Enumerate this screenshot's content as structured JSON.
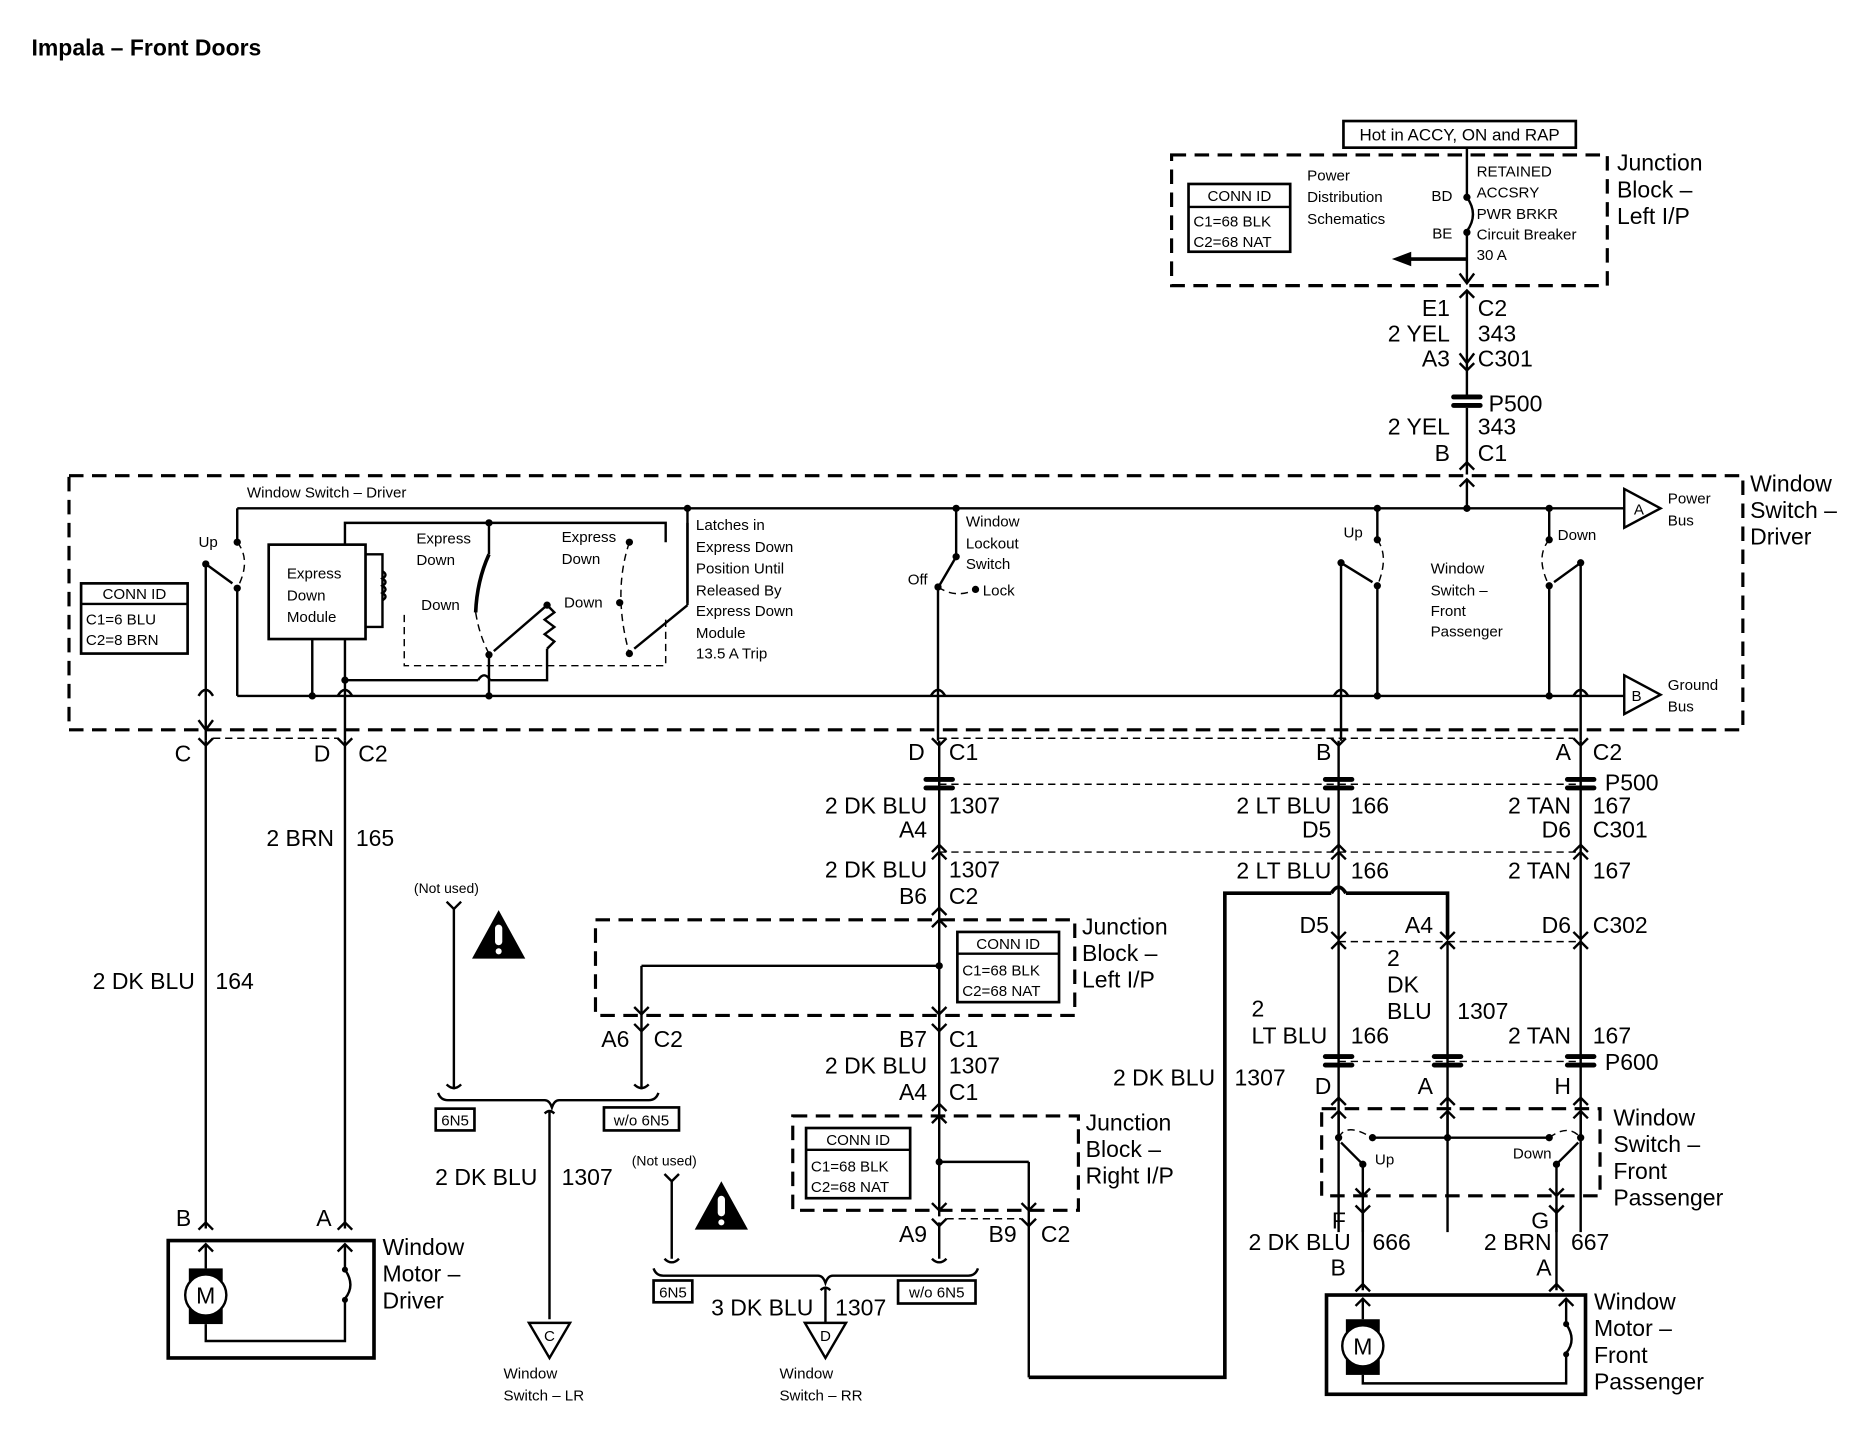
{
  "title": "Impala – Front Doors",
  "hot_label": "Hot in ACCY, ON and RAP",
  "jb_left_top": {
    "name": [
      "Junction",
      "Block –",
      "Left I/P"
    ],
    "conn_id": {
      "header": "CONN ID",
      "c1": "C1=68 BLK",
      "c2": "C2=68 NAT"
    },
    "power_dist": [
      "Power",
      "Distribution",
      "Schematics"
    ],
    "breaker": [
      "RETAINED",
      "ACCSRY",
      "PWR BRKR",
      "Circuit Breaker",
      "30 A"
    ],
    "pins": {
      "bd": "BD",
      "be": "BE"
    }
  },
  "feed": {
    "e1": "E1",
    "c2": "C2",
    "wire1": "2 YEL",
    "circ1": "343",
    "a3": "A3",
    "c301": "C301",
    "p500": "P500",
    "wire2": "2 YEL",
    "circ2": "343",
    "b": "B",
    "c1": "C1"
  },
  "driver_switch": {
    "name": [
      "Window",
      "Switch –",
      "Driver"
    ],
    "inner_label": "Window Switch – Driver",
    "conn_id": {
      "header": "CONN ID",
      "c1": "C1=6 BLU",
      "c2": "C2=8 BRN"
    },
    "up": "Up",
    "module": [
      "Express",
      "Down",
      "Module"
    ],
    "express_down_1": [
      "Express",
      "Down"
    ],
    "down_1": "Down",
    "express_down_2": [
      "Express",
      "Down"
    ],
    "down_2": "Down",
    "latch_note": [
      "Latches in",
      "Express Down",
      "Position Until",
      "Released By",
      "Express Down",
      "Module",
      "13.5 A Trip"
    ],
    "lockout": [
      "Window",
      "Lockout",
      "Switch"
    ],
    "off": "Off",
    "lock": "Lock",
    "pass_up": "Up",
    "pass_down": "Down",
    "pass_switch": [
      "Window",
      "Switch –",
      "Front",
      "Passenger"
    ],
    "power_bus": {
      "letter": "A",
      "label": [
        "Power",
        "Bus"
      ]
    },
    "ground_bus": {
      "letter": "B",
      "label": [
        "Ground",
        "Bus"
      ]
    }
  },
  "driver_out": {
    "c": "C",
    "d": "D",
    "c2": "C2",
    "wire_brn": "2 BRN",
    "circ_brn": "165",
    "wire_blu": "2 DK BLU",
    "circ_blu": "164"
  },
  "driver_motor": {
    "b": "B",
    "a": "A",
    "m": "M",
    "name": [
      "Window",
      "Motor –",
      "Driver"
    ]
  },
  "middle": {
    "d": "D",
    "c1": "C1",
    "wire1": "2 DK BLU",
    "circ1": "1307",
    "a4": "A4",
    "wire2": "2 DK BLU",
    "circ2": "1307",
    "b6": "B6",
    "c2": "C2",
    "b": "B",
    "wire_lt": "2 LT BLU",
    "circ_lt": "166",
    "d5": "D5",
    "wire_lt2": "2 LT BLU",
    "circ_lt2": "166",
    "a": "A",
    "c2b": "C2",
    "p500": "P500",
    "wire_tan": "2 TAN",
    "circ_tan": "167",
    "d6": "D6",
    "c301": "C301",
    "wire_tan2": "2 TAN",
    "circ_tan2": "167"
  },
  "jb_left_mid": {
    "name": [
      "Junction",
      "Block –",
      "Left I/P"
    ],
    "conn_id": {
      "header": "CONN ID",
      "c1": "C1=68 BLK",
      "c2": "C2=68 NAT"
    },
    "a6": "A6",
    "c2": "C2",
    "b7": "B7",
    "c1": "C1",
    "wire": "2 DK BLU",
    "circ": "1307",
    "a4": "A4",
    "c1b": "C1"
  },
  "lr_branch": {
    "not_used": "(Not used)",
    "opt1": "6N5",
    "opt2": "w/o 6N5",
    "wire": "2 DK BLU",
    "circ": "1307",
    "letter": "C",
    "dest": [
      "Window",
      "Switch – LR"
    ]
  },
  "jb_right": {
    "name": [
      "Junction",
      "Block –",
      "Right I/P"
    ],
    "conn_id": {
      "header": "CONN ID",
      "c1": "C1=68 BLK",
      "c2": "C2=68 NAT"
    },
    "a9": "A9",
    "b9": "B9",
    "c2": "C2"
  },
  "rr_branch": {
    "not_used": "(Not used)",
    "opt1": "6N5",
    "opt2": "w/o 6N5",
    "wire": "3 DK BLU",
    "circ": "1307",
    "letter": "D",
    "dest": [
      "Window",
      "Switch – RR"
    ]
  },
  "pass_side": {
    "d5": "D5",
    "a4": "A4",
    "d6": "D6",
    "c302": "C302",
    "wire_dk": [
      "2",
      "DK",
      "BLU"
    ],
    "circ_dk": "1307",
    "wire_lt": [
      "2",
      "LT BLU"
    ],
    "circ_lt": "166",
    "wire_tan": "2 TAN",
    "circ_tan": "167",
    "p600": "P600",
    "d": "D",
    "a": "A",
    "h": "H",
    "long_wire": "2 DK BLU",
    "long_circ": "1307"
  },
  "pass_switch": {
    "name": [
      "Window",
      "Switch –",
      "Front",
      "Passenger"
    ],
    "up": "Up",
    "down": "Down"
  },
  "pass_out": {
    "f": "F",
    "wire1": "2 DK BLU",
    "circ1": "666",
    "b": "B",
    "g": "G",
    "wire2": "2 BRN",
    "circ2": "667",
    "a": "A"
  },
  "pass_motor": {
    "m": "M",
    "name": [
      "Window",
      "Motor –",
      "Front",
      "Passenger"
    ]
  }
}
